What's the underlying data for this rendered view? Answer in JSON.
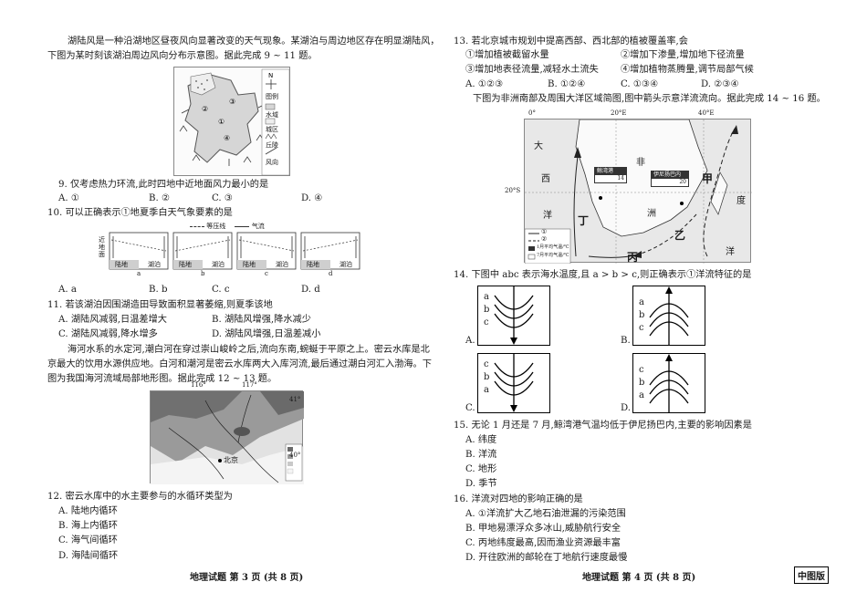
{
  "left": {
    "intro1": [
      "湖陆风是一种沿湖地区昼夜风向显著改变的天气现象。某湖泊与周边地区存在明显湖陆风，",
      "下图为某时刻该湖泊周边风向分布示意图。据此完成 9 ~ 11 题。"
    ],
    "map1_legend": {
      "title": "图例",
      "water": "水域",
      "city": "城区",
      "hill": "丘陵",
      "wind": "风向"
    },
    "q9": {
      "stem": "9. 仅考虑热力环流,此时四地中近地面风力最小的是",
      "A": "A. ①",
      "B": "B. ②",
      "C": "C. ③",
      "D": "D. ④"
    },
    "q10": {
      "stem": "10. 可以正确表示①地夏季白天气象要素的是",
      "legend_isobar": "等压线",
      "legend_flow": "气流",
      "ylabel": "近地面",
      "land": "陆地",
      "lake": "湖泊",
      "letters": [
        "a",
        "b",
        "c",
        "d"
      ],
      "A": "A. a",
      "B": "B. b",
      "C": "C. c",
      "D": "D. d"
    },
    "q11": {
      "stem": "11. 若该湖泊因围湖造田导致面积显著萎缩,则夏季该地",
      "A": "A. 湖陆风减弱,日温差增大",
      "B": "B. 湖陆风增强,降水减少",
      "C": "C. 湖陆风减弱,降水增多",
      "D": "D. 湖陆风增强,日温差减小"
    },
    "intro2": [
      "海河水系的水定河,潮白河在穿过崇山峻岭之后,流向东南,蜿蜒于平原之上。密云水库是北",
      "京最大的饮用水源供应地。白河和潮河是密云水库两大入库河流,最后通过潮白河汇入渤海。下",
      "图为我国海河流域局部地形图。据此完成 12 ~ 13 题。"
    ],
    "map2": {
      "lon1": "116°",
      "lon2": "117°",
      "lat1": "41°",
      "lat2": "40°",
      "city": "北京"
    },
    "q12": {
      "stem": "12. 密云水库中的水主要参与的水循环类型为",
      "A": "A. 陆地内循环",
      "B": "B. 海上内循环",
      "C": "C. 海气间循环",
      "D": "D. 海陆间循环"
    },
    "footer": "地理试题 第 3 页 (共 8 页)"
  },
  "right": {
    "q13": {
      "stem": "13. 若北京城市规划中提高西部、西北部的植被覆盖率,会",
      "o1": "①增加植被截留水量",
      "o2": "②增加下渗量,增加地下径流量",
      "o3": "③增加地表径流量,减轻水土流失",
      "o4": "④增加植物蒸腾量,调节局部气候",
      "A": "A. ①②③",
      "B": "B. ①②④",
      "C": "C. ①③④",
      "D": "D. ②③④"
    },
    "intro3": "下图为非洲南部及周围大洋区域简图,图中箭头示意洋流流向。据此完成 14 ~ 16 题。",
    "map3": {
      "lon0": "0°",
      "lon20": "20°E",
      "lon40": "40°E",
      "lat20": "20°S",
      "da": "大",
      "xi": "西",
      "yang": "洋",
      "fei": "非",
      "zhou": "洲",
      "jia": "甲",
      "yi": "乙",
      "bing": "丙",
      "ding": "丁",
      "du": "度",
      "yang2": "洋",
      "jing": "鲸湾港",
      "jing_val": "14",
      "yini": "伊尼扬巴内",
      "yini_val": "20",
      "legend1": "①",
      "legend2": "②",
      "legend3": "1月平均气温/℃",
      "legend4": "7月平均气温/℃"
    },
    "q14": {
      "stem": "14. 下图中 abc 表示海水温度,且 a > b > c,则正确表示①洋流特征的是",
      "A_labels": [
        "a",
        "b",
        "c"
      ],
      "B_labels": [
        "a",
        "b",
        "c"
      ],
      "C_labels": [
        "c",
        "b",
        "a"
      ],
      "D_labels": [
        "c",
        "b",
        "a"
      ],
      "A": "A.",
      "B": "B.",
      "C": "C.",
      "D": "D."
    },
    "q15": {
      "stem": "15. 无论 1 月还是 7 月,鲸湾港气温均低于伊尼扬巴内,主要的影响因素是",
      "A": "A. 纬度",
      "B": "B. 洋流",
      "C": "C. 地形",
      "D": "D. 季节"
    },
    "q16": {
      "stem": "16. 洋流对四地的影响正确的是",
      "A": "A. ①洋流扩大乙地石油泄漏的污染范围",
      "B": "B. 甲地易漂浮众多冰山,威胁航行安全",
      "C": "C. 丙地纬度最高,因而渔业资源最丰富",
      "D": "D. 开往欧洲的邮轮在丁地航行速度最慢"
    },
    "footer": "地理试题 第 4 页 (共 8 页)",
    "badge": "中图版"
  }
}
